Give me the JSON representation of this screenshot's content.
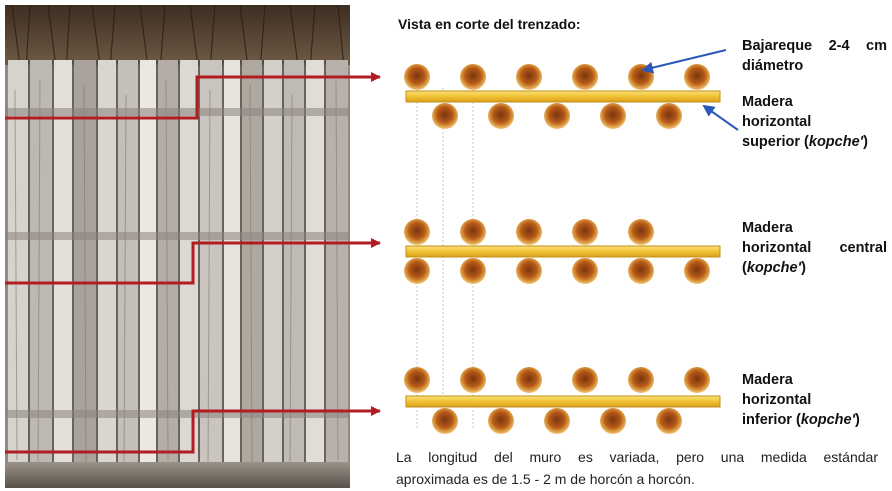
{
  "title": "Vista en corte del trenzado:",
  "labels": {
    "bajareque": {
      "line1": "Bajareque 2-4 cm",
      "line2": "diámetro"
    },
    "superior": {
      "line1": "Madera",
      "line2": "horizontal",
      "line3_pre": "superior (",
      "line3_em": "kopche'",
      "line3_post": ")"
    },
    "central": {
      "line1": "Madera",
      "line2": "horizontal central",
      "line3_pre": "(",
      "line3_em": "kopche'",
      "line3_post": ")"
    },
    "inferior": {
      "line1": "Madera",
      "line2": "horizontal",
      "line3_pre": "inferior (",
      "line3_em": "kopche'",
      "line3_post": ")"
    }
  },
  "caption": {
    "line1": "La longitud del muro es variada, pero una medida estándar",
    "line2": "aproximada es de  1.5 - 2 m de horcón a horcón."
  },
  "colors": {
    "arrow_red": "#b01e23",
    "callout_blue": "#2b58b8",
    "beam": "#f0c234",
    "pole_outer": "#e0a352",
    "pole_inner": "#b65a16"
  }
}
